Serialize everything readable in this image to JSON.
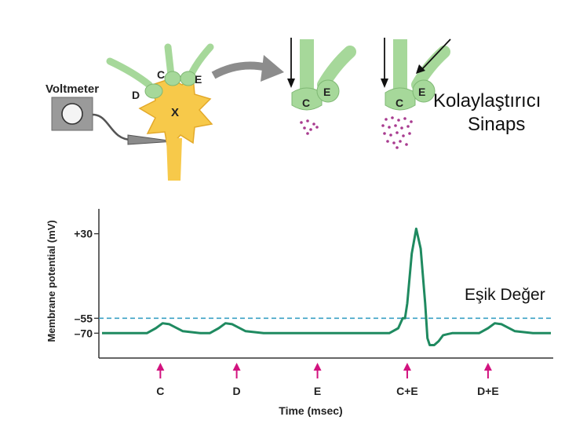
{
  "diagram": {
    "voltmeter_label": "Voltmeter",
    "neuron_labels": {
      "c": "C",
      "d": "D",
      "e": "E",
      "x": "X"
    },
    "panels": [
      {
        "terminal_c": "C",
        "terminal_e": "E"
      },
      {
        "terminal_c": "C",
        "terminal_e": "E"
      }
    ],
    "callout_title_line1": "Kolaylaştırıcı",
    "callout_title_line2": "Sinaps",
    "threshold_callout": "Eşik Değer"
  },
  "colors": {
    "neuron_green": "#a6d89a",
    "neuron_outline": "#7fb874",
    "cell_yellow": "#f7c94a",
    "trace": "#1f8a60",
    "threshold": "#3aa0c4",
    "stimulus_arrow": "#d2137f",
    "vesicle": "#a83a8f"
  },
  "chart_data": {
    "type": "line",
    "xlabel": "Time (msec)",
    "ylabel": "Membrane potential (mV)",
    "yticks": [
      "+30",
      "–55",
      "–70"
    ],
    "ytick_values": [
      30,
      -55,
      -70
    ],
    "threshold": -55,
    "ylim": [
      -95,
      55
    ],
    "xlim": [
      0,
      100
    ],
    "stimuli": [
      {
        "label": "C",
        "t": 13
      },
      {
        "label": "D",
        "t": 30
      },
      {
        "label": "E",
        "t": 48
      },
      {
        "label": "C+E",
        "t": 68
      },
      {
        "label": "D+E",
        "t": 86
      }
    ],
    "series": [
      {
        "x": [
          0,
          10,
          12,
          13.5,
          15,
          18,
          22,
          24,
          26,
          27.5,
          29,
          32,
          36,
          64,
          66,
          67,
          67.5,
          68,
          69,
          70,
          71,
          72,
          72.5,
          73,
          74,
          75,
          76,
          77,
          78,
          80,
          84,
          86,
          87.5,
          89,
          92,
          96,
          100
        ],
        "y": [
          -70,
          -70,
          -65,
          -60,
          -61,
          -68,
          -70,
          -70,
          -65,
          -60,
          -61,
          -68,
          -70,
          -70,
          -65,
          -55,
          -55,
          -40,
          10,
          35,
          15,
          -40,
          -75,
          -82,
          -82,
          -78,
          -72,
          -71,
          -70,
          -70,
          -70,
          -65,
          -60,
          -61,
          -68,
          -70,
          -70
        ]
      }
    ]
  }
}
